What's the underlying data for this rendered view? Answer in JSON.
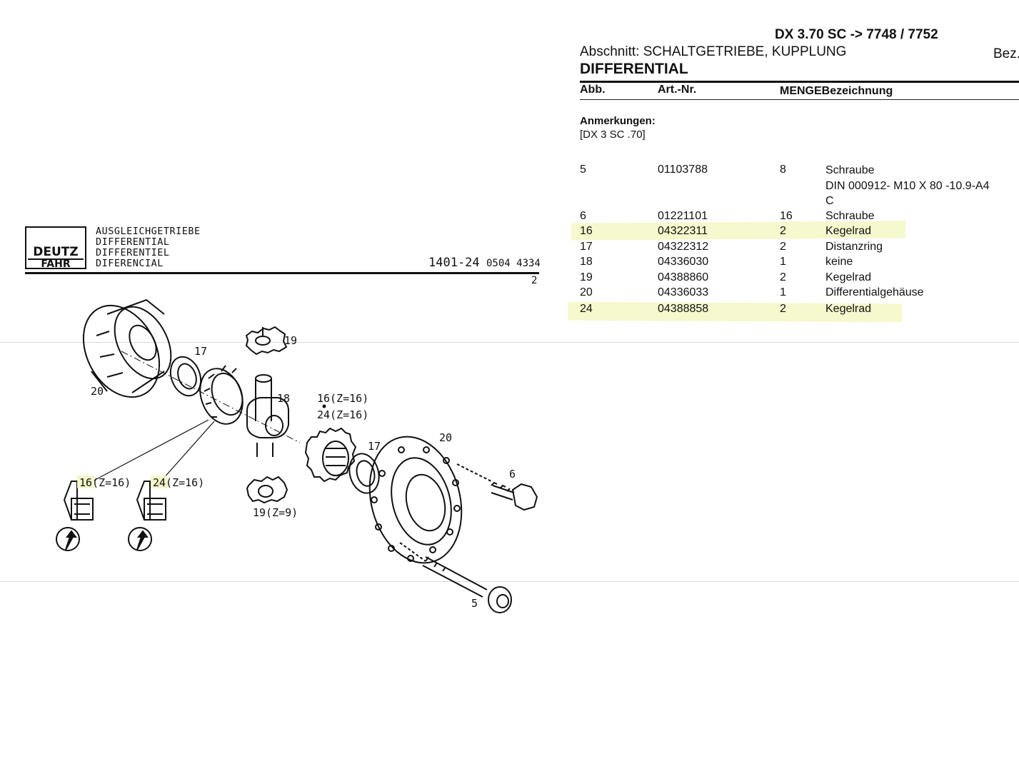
{
  "header": {
    "model": "DX 3.70 SC -> 7748 / 7752",
    "section": "Abschnitt: SCHALTGETRIEBE, KUPPLUNG",
    "bez_cut": "Bez.",
    "title": "DIFFERENTIAL"
  },
  "columns": {
    "abb": "Abb.",
    "art": "Art.-Nr.",
    "menge_bez": "MENGEBezeichnung"
  },
  "notes": {
    "label": "Anmerkungen:",
    "text": "[DX 3 SC .70]"
  },
  "parts": [
    {
      "abb": "5",
      "art": "01103788",
      "qty": "8",
      "bez": "Schraube",
      "extra1": "DIN 000912- M10 X 80 -10.9-A4",
      "extra2": "C"
    },
    {
      "abb": "6",
      "art": "01221101",
      "qty": "16",
      "bez": "Schraube"
    },
    {
      "abb": "16",
      "art": "04322311",
      "qty": "2",
      "bez": "Kegelrad",
      "highlight": true
    },
    {
      "abb": "17",
      "art": "04322312",
      "qty": "2",
      "bez": "Distanzring"
    },
    {
      "abb": "18",
      "art": "04336030",
      "qty": "1",
      "bez": "keine"
    },
    {
      "abb": "19",
      "art": "04388860",
      "qty": "2",
      "bez": "Kegelrad"
    },
    {
      "abb": "20",
      "art": "04336033",
      "qty": "1",
      "bez": "Differentialgehäuse"
    },
    {
      "abb": "24",
      "art": "04388858",
      "qty": "2",
      "bez": "Kegelrad",
      "highlight": true
    }
  ],
  "drawing": {
    "logo_top": "DEUTZ",
    "logo_bottom": "FAHR",
    "names": [
      "AUSGLEICHGETRIEBE",
      "DIFFERENTIAL",
      "DIFFERENTIEL",
      "DIFERENCIAL"
    ],
    "doc_number": "1401-24",
    "doc_code": "0504 4334",
    "page": "2",
    "labels": {
      "l20a": "20",
      "l17a": "17",
      "l19": "19",
      "l18": "18",
      "l16z": "16(Z=16)",
      "l24z": "24(Z=16)",
      "l17b": "17",
      "l20b": "20",
      "l6": "6",
      "l5": "5",
      "l19z": "19(Z=9)",
      "detail16": "16(Z=16)",
      "detail24": "24(Z=16)"
    }
  },
  "colors": {
    "highlight": "#f4f7c4",
    "ink": "#111111"
  }
}
